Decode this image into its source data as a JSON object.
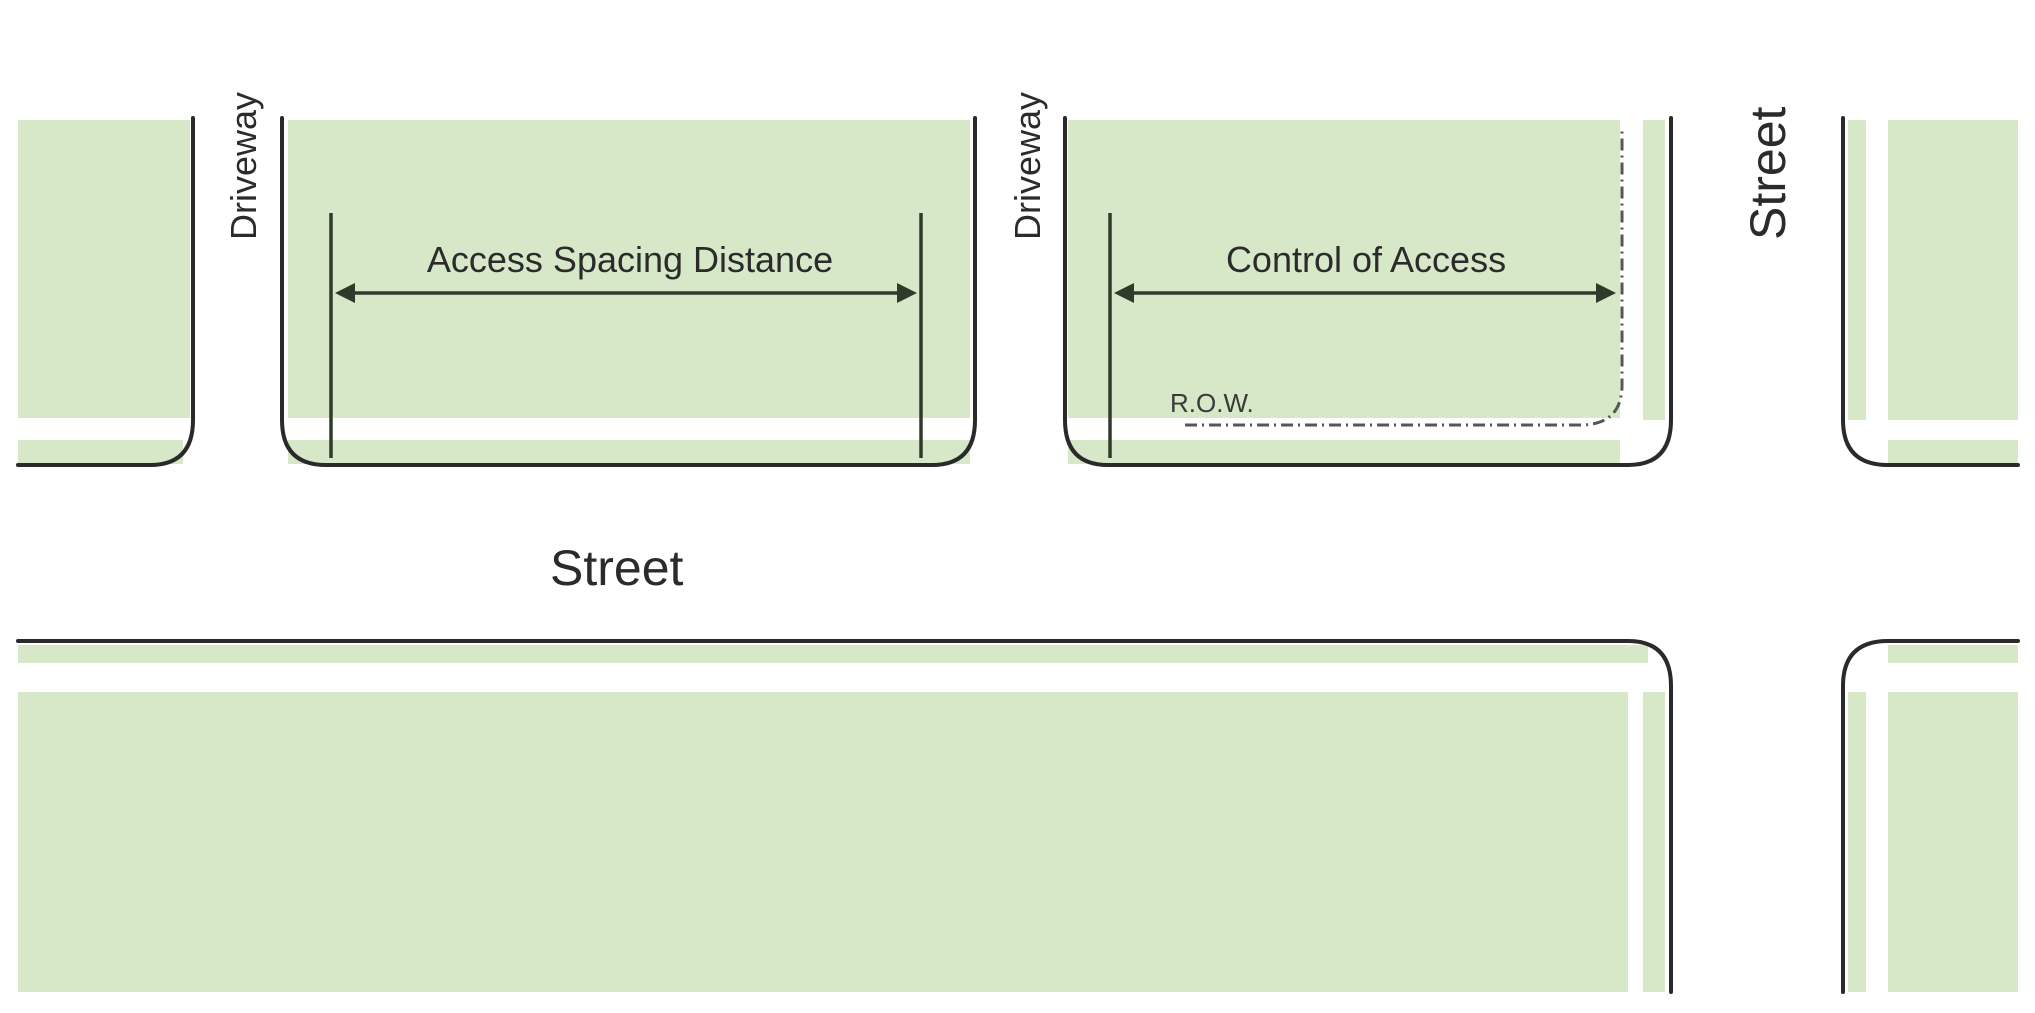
{
  "labels": {
    "driveway_left": "Driveway",
    "driveway_right": "Driveway",
    "street_cross": "Street",
    "street_main": "Street",
    "access_spacing": "Access Spacing Distance",
    "control_of_access": "Control of Access",
    "row": "R.O.W."
  },
  "colors": {
    "lot_fill": "#d7e8c9",
    "curb": "#2a2a2a",
    "background": "#ffffff"
  }
}
